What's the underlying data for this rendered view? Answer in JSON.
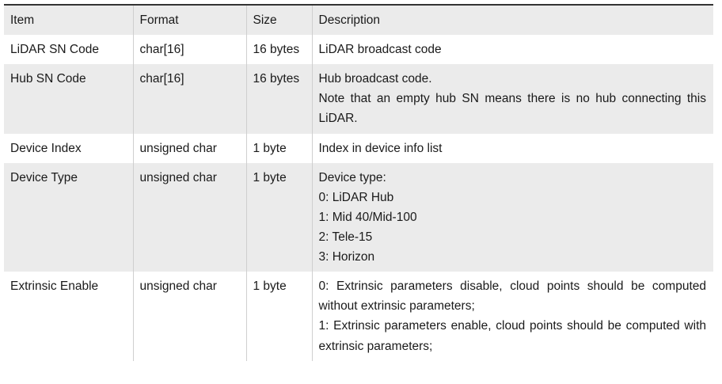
{
  "table": {
    "columns": [
      "Item",
      "Format",
      "Size",
      "Description"
    ],
    "rows": [
      {
        "item": "LiDAR SN Code",
        "format": "char[16]",
        "size": "16 bytes",
        "description_lines": [
          "LiDAR broadcast code"
        ]
      },
      {
        "item": "Hub SN Code",
        "format": "char[16]",
        "size": "16 bytes",
        "description_lines": [
          "Hub broadcast code.",
          "Note that an empty hub SN means there is no hub connecting this LiDAR."
        ]
      },
      {
        "item": "Device Index",
        "format": "unsigned char",
        "size": "1 byte",
        "description_lines": [
          "Index in device info list"
        ]
      },
      {
        "item": "Device Type",
        "format": "unsigned char",
        "size": "1 byte",
        "description_lines": [
          "Device type:",
          "0: LiDAR Hub",
          "1: Mid 40/Mid-100",
          "2: Tele-15",
          "3: Horizon"
        ]
      },
      {
        "item": "Extrinsic Enable",
        "format": "unsigned char",
        "size": "1 byte",
        "description_lines": [
          "0: Extrinsic parameters disable, cloud points should be computed without extrinsic parameters;",
          "1: Extrinsic parameters enable, cloud points should be computed with extrinsic parameters;"
        ]
      }
    ]
  },
  "colors": {
    "band": "#ebebeb",
    "border": "#cfcfcf",
    "top_rule": "#333333",
    "text": "#1a1a1a"
  }
}
